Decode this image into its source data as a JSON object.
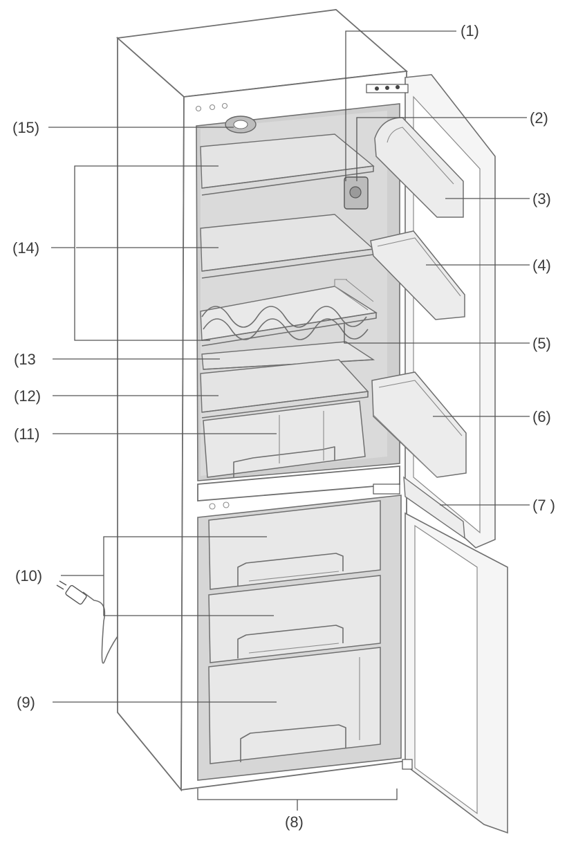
{
  "callouts": {
    "c1": "(1)",
    "c2": "(2)",
    "c3": "(3)",
    "c4": "(4)",
    "c5": "(5)",
    "c6": "(6)",
    "c7": "(7 )",
    "c8": "(8)",
    "c9": "(9)",
    "c10": "(10)",
    "c11": "(11)",
    "c12": "(12)",
    "c13": "(13",
    "c14": "(14)",
    "c15": "(15)"
  }
}
